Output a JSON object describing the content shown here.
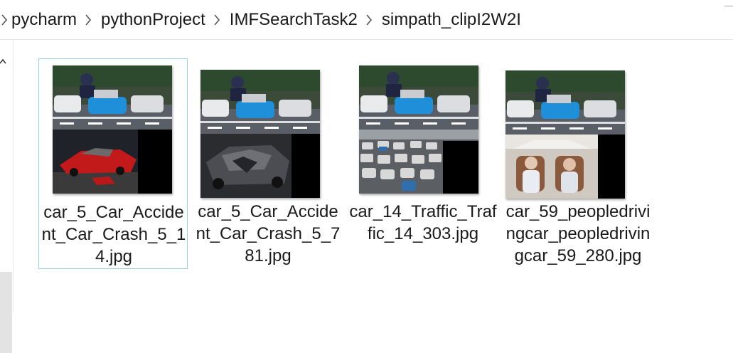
{
  "breadcrumb": {
    "items": [
      "pycharm",
      "pythonProject",
      "IMFSearchTask2",
      "simpath_clipI2W2I"
    ]
  },
  "files": [
    {
      "name": "car_5_Car_Accident_Car_Crash_5_14.jpg",
      "selected": true,
      "bottom_scene": "red sports car crash wreck"
    },
    {
      "name": "car_5_Car_Accident_Car_Crash_5_781.jpg",
      "selected": false,
      "bottom_scene": "crushed gray car wreck"
    },
    {
      "name": "car_14_Traffic_Traffic_14_303.jpg",
      "selected": false,
      "bottom_scene": "traffic jam"
    },
    {
      "name": "car_59_peopledrivingcar_peopledrivingcar_59_280.jpg",
      "selected": false,
      "bottom_scene": "people inside car"
    }
  ],
  "colors": {
    "selection_border": "#99d1e6",
    "text": "#1a1a1a",
    "divider": "#e6e6e6"
  },
  "icons": {
    "separator": "chevron-right-icon",
    "nav_expand": "caret-icon"
  }
}
